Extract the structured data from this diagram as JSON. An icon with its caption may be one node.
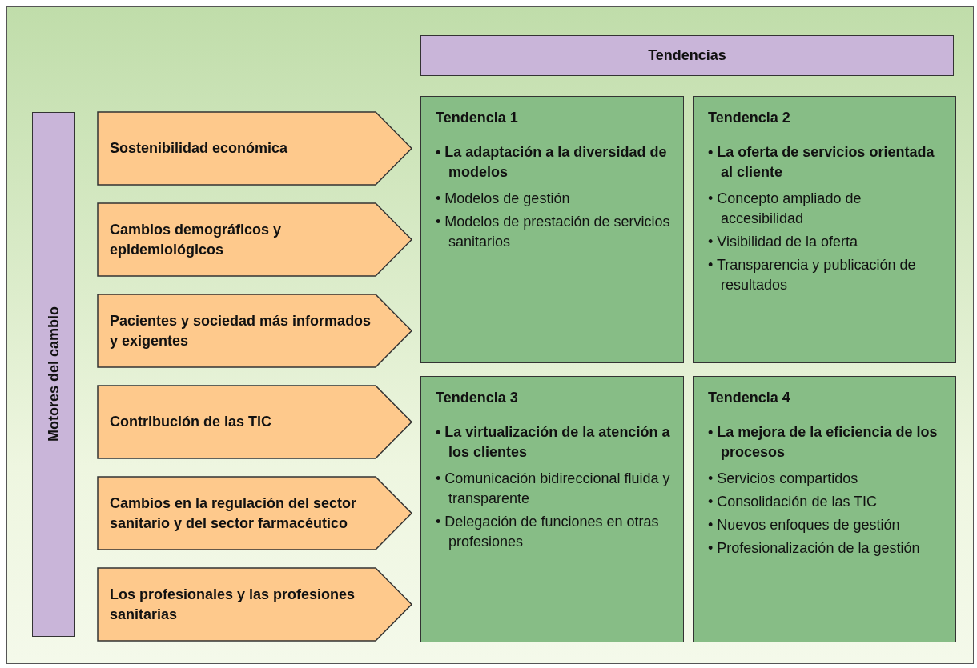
{
  "diagram": {
    "nodes": [
      {
        "text": [
          "Tendencias"
        ]
      },
      {
        "text": [
          "Motores del cambio"
        ]
      },
      {
        "text": [
          "Sostenibilidad  económica"
        ]
      },
      {
        "text": [
          "Cambios demográficos y epidemiológicos"
        ]
      },
      {
        "text": [
          "Pacientes y sociedad más informados y exigentes"
        ]
      },
      {
        "text": [
          "Contribución de las TIC"
        ]
      },
      {
        "text": [
          "Cambios en la regulación del sector sanitario y del sector farmacéutico"
        ]
      },
      {
        "text": [
          "Los profesionales y las profesiones sanitarias"
        ]
      },
      {
        "text": [
          "Tendencia 1",
          "• La adaptación a la diversidad de modelos",
          "• Modelos de gestión",
          "• Modelos de prestación de servicios sanitarios"
        ]
      },
      {
        "text": [
          "Tendencia 2",
          "• La oferta de servicios orientada al cliente",
          "• Concepto ampliado de accesibilidad",
          "• Visibilidad de la oferta",
          "• Transparencia y publicación de resultados"
        ]
      },
      {
        "text": [
          "Tendencia 3",
          "• La virtualización de la atención a los clientes",
          "• Comunicación bidireccional fluida y transparente",
          "• Delegación de funciones en otras profesiones"
        ]
      },
      {
        "text": [
          "Tendencia 4",
          "• La mejora de la eficiencia de los procesos",
          "• Servicios compartidos",
          "• Consolidación de las TIC",
          "• Nuevos enfoques de gestión",
          "• Profesionalización de la gestión"
        ]
      }
    ],
    "edges": []
  }
}
